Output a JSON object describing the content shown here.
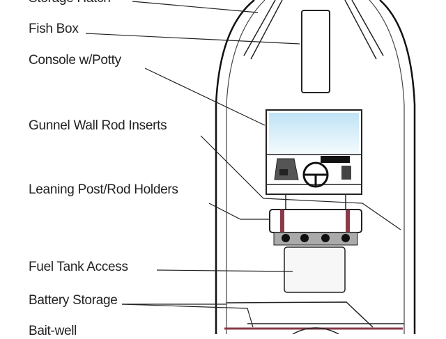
{
  "labels": {
    "storage_hatch": "Storage Hatch",
    "fish_box": "Fish Box",
    "console": "Console w/Potty",
    "gunnel": "Gunnel Wall Rod Inserts",
    "leaning_post": "Leaning Post/Rod Holders",
    "fuel_tank": "Fuel Tank Access",
    "battery": "Battery Storage",
    "bait_well": "Bait-well"
  },
  "colors": {
    "accent": "#8a3a48",
    "windshield": "#bfe3f5"
  }
}
